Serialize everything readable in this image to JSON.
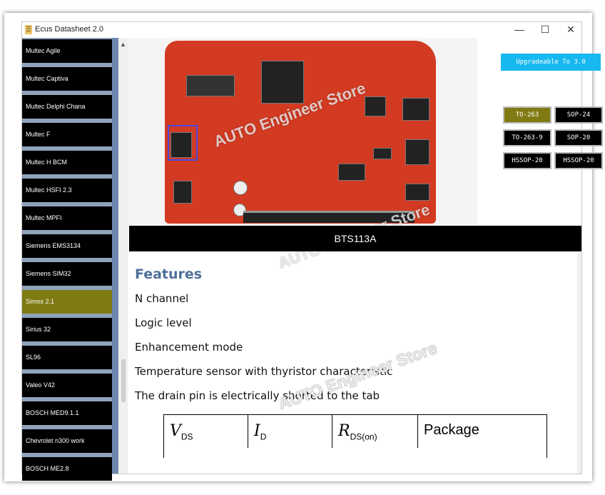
{
  "window": {
    "title": "Ecus Datasheet 2.0",
    "minimize": "—",
    "maximize": "☐",
    "close": "✕"
  },
  "sidebar": {
    "items": [
      {
        "label": "Multec Agile"
      },
      {
        "label": "Multec Captiva"
      },
      {
        "label": "Multec Delphi Chana"
      },
      {
        "label": "Multec F"
      },
      {
        "label": "Multec H BCM"
      },
      {
        "label": "Multec HSFI 2.3"
      },
      {
        "label": "Multec MPFI"
      },
      {
        "label": "Siemens EMS3134"
      },
      {
        "label": "Siemens SIM32"
      },
      {
        "label": "Simos 2.1",
        "selected": true
      },
      {
        "label": "Sirius 32"
      },
      {
        "label": "SL96"
      },
      {
        "label": "Valeo V42"
      },
      {
        "label": "BOSCH MED9.1.1"
      },
      {
        "label": "Chevrolet n300 work"
      },
      {
        "label": "BOSCH ME2.8"
      }
    ],
    "selected_color": "#7f7a12"
  },
  "toolbar": {
    "upgrade_label": "Upgradeable To 3.0",
    "packages": [
      "TO-263",
      "SOP-24",
      "TO-263-9",
      "SOP-20",
      "HSSOP-20",
      "HSSOP-20"
    ],
    "active_package": "TO-263"
  },
  "part": {
    "name": "BTS113A"
  },
  "watermark": "AUTO Engineer Store",
  "features": {
    "heading": "Features",
    "items": [
      "N channel",
      "Logic level",
      "Enhancement mode",
      "Temperature sensor with thyristor characteristic",
      "The drain pin is electrically shorted to the tab"
    ]
  },
  "table": {
    "headers": [
      {
        "main": "V",
        "sub": "DS"
      },
      {
        "main": "I",
        "sub": "D"
      },
      {
        "main": "R",
        "sub": "DS(on)"
      },
      {
        "main": "Package",
        "sub": ""
      }
    ]
  },
  "colors": {
    "accent": "#17b8f0",
    "features_heading": "#4f6f9a",
    "pcb": "#d23a22"
  }
}
